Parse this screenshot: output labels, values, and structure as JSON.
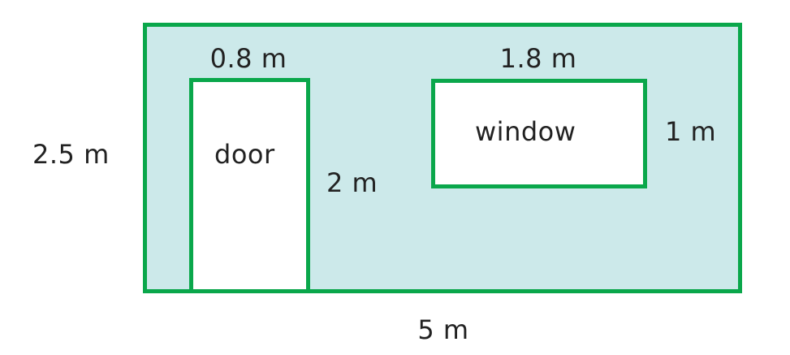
{
  "colors": {
    "wall_fill": "#cce9ea",
    "outline": "#0aa74b",
    "opening_fill": "#ffffff",
    "text": "#222222"
  },
  "labels": {
    "door": "door",
    "window": "window",
    "wall_height": "2.5 m",
    "wall_width": "5 m",
    "door_width": "0.8 m",
    "door_height": "2 m",
    "window_width": "1.8 m",
    "window_height": "1 m"
  }
}
